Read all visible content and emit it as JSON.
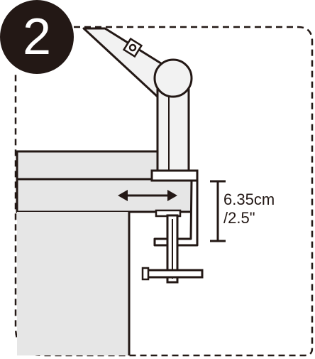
{
  "step": {
    "number": "2"
  },
  "measurement": {
    "metric": "6.35cm",
    "imperial": "/2.5\""
  },
  "colors": {
    "ink": "#231815",
    "desk_fill": "#e6e6e6",
    "arm_fill": "#f2f2f2"
  },
  "icons": {
    "badge": "step-number-circle",
    "arrow": "double-headed-arrow",
    "dimension": "dimension-bracket"
  }
}
